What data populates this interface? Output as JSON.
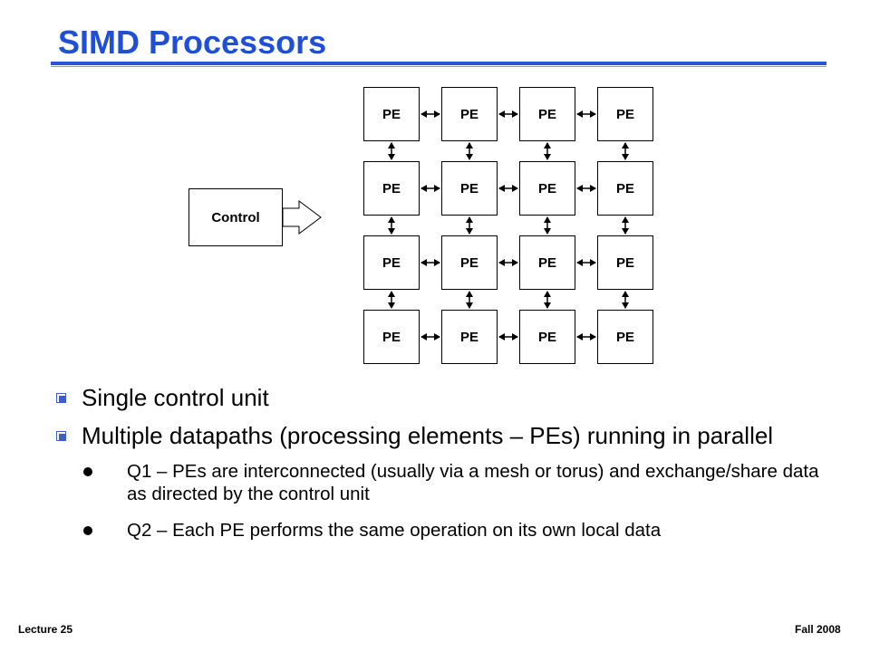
{
  "slide": {
    "title": "SIMD Processors"
  },
  "diagram": {
    "control_label": "Control",
    "pe_label": "PE",
    "rows": 4,
    "cols": 4
  },
  "bullets": [
    {
      "text": "Single control unit"
    },
    {
      "text": "Multiple datapaths (processing elements – PEs) running in parallel"
    }
  ],
  "subbullets": [
    {
      "text": "Q1 – PEs are interconnected (usually via a mesh or torus) and exchange/share data as directed by the control unit"
    },
    {
      "text": "Q2 – Each PE performs the same operation on its own local data"
    }
  ],
  "footer": {
    "left": "Lecture 25",
    "right": "Fall 2008"
  },
  "colors": {
    "title": "#1f4fd6",
    "rule": "#2a55d8",
    "bullet_box": "#3c5fc8"
  }
}
